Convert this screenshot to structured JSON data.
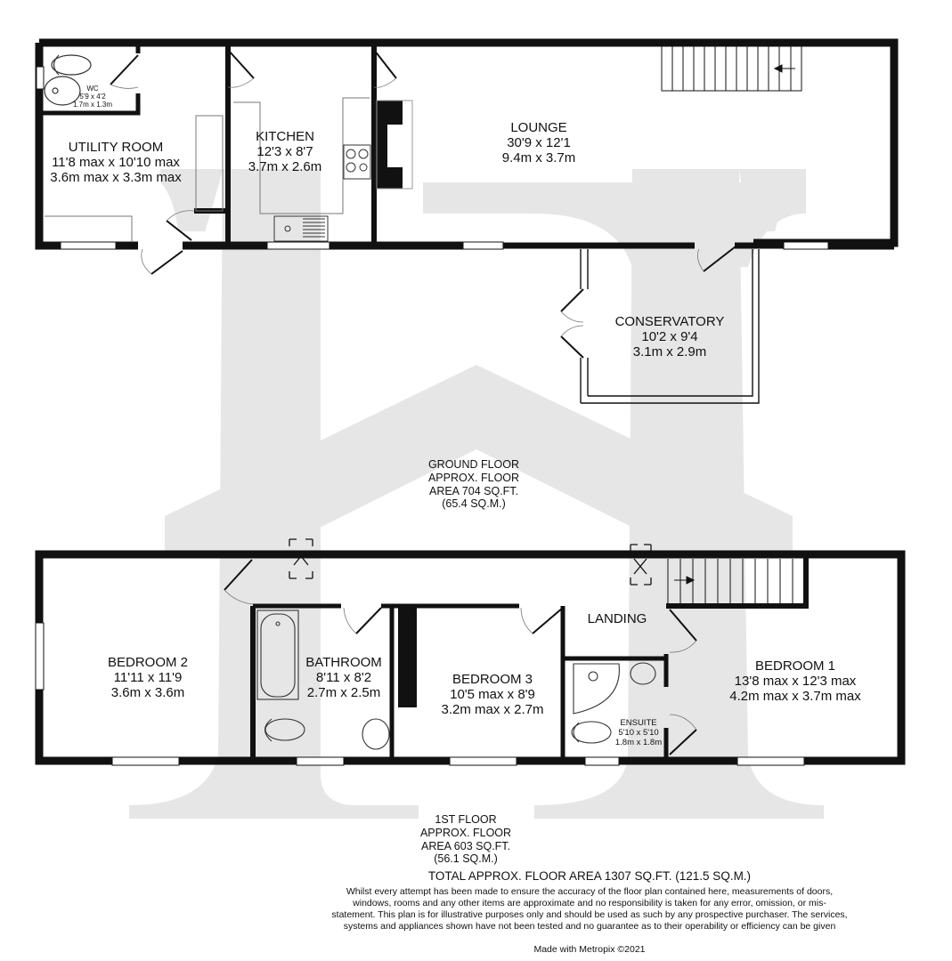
{
  "watermark": {
    "color": "#e6e6e6",
    "shape": "stylized-H-with-roof"
  },
  "colors": {
    "wall": "#111111",
    "fixture": "#333333",
    "background": "#ffffff"
  },
  "ground_floor": {
    "rooms": [
      {
        "id": "wc",
        "name": "WC",
        "imperial": "5'9 x 4'2",
        "metric": "1.7m x 1.3m"
      },
      {
        "id": "utility",
        "name": "UTILITY ROOM",
        "imperial": "11'8 max x 10'10 max",
        "metric": "3.6m max x 3.3m max"
      },
      {
        "id": "kitchen",
        "name": "KITCHEN",
        "imperial": "12'3 x 8'7",
        "metric": "3.7m x 2.6m"
      },
      {
        "id": "lounge",
        "name": "LOUNGE",
        "imperial": "30'9 x 12'1",
        "metric": "9.4m x 3.7m"
      },
      {
        "id": "conservatory",
        "name": "CONSERVATORY",
        "imperial": "10'2 x 9'4",
        "metric": "3.1m x 2.9m"
      }
    ],
    "area": {
      "line1": "GROUND FLOOR",
      "line2": "APPROX. FLOOR",
      "line3": "AREA 704 SQ.FT.",
      "line4": "(65.4 SQ.M.)"
    }
  },
  "first_floor": {
    "rooms": [
      {
        "id": "bedroom2",
        "name": "BEDROOM 2",
        "imperial": "11'11 x 11'9",
        "metric": "3.6m x 3.6m"
      },
      {
        "id": "bathroom",
        "name": "BATHROOM",
        "imperial": "8'11 x 8'2",
        "metric": "2.7m x 2.5m"
      },
      {
        "id": "bedroom3",
        "name": "BEDROOM 3",
        "imperial": "10'5 max x 8'9",
        "metric": "3.2m max x 2.7m"
      },
      {
        "id": "landing",
        "name": "LANDING"
      },
      {
        "id": "ensuite",
        "name": "ENSUITE",
        "imperial": "5'10 x 5'10",
        "metric": "1.8m x 1.8m"
      },
      {
        "id": "bedroom1",
        "name": "BEDROOM 1",
        "imperial": "13'8 max x 12'3 max",
        "metric": "4.2m max x 3.7m max"
      }
    ],
    "area": {
      "line1": "1ST FLOOR",
      "line2": "APPROX. FLOOR",
      "line3": "AREA 603 SQ.FT.",
      "line4": "(56.1 SQ.M.)"
    }
  },
  "footer": {
    "total": "TOTAL APPROX. FLOOR AREA 1307 SQ.FT. (121.5 SQ.M.)",
    "disclaimer": "Whilst every attempt has been made to ensure the accuracy of the floor plan contained here, measurements of doors, windows, rooms and any other items are approximate and no responsibility is taken for any error, omission, or mis-statement. This plan is for illustrative purposes only and should be used as such by any prospective purchaser. The services, systems and appliances shown have not been tested and no guarantee as to their operability or efficiency can be given",
    "credit": "Made with Metropix ©2021"
  }
}
